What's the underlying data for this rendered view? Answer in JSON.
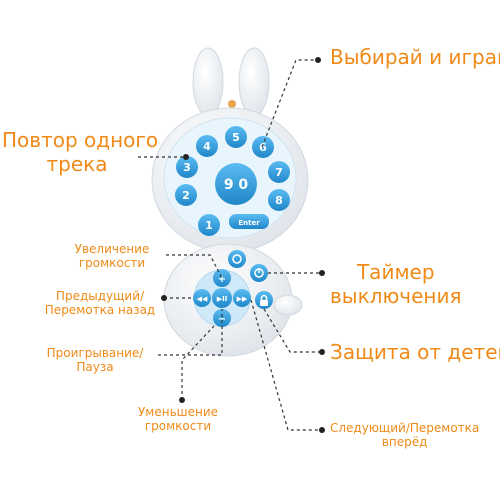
{
  "labels": {
    "choose_play": "Выбирай и играй",
    "repeat_line1": "Повтор одного",
    "repeat_line2": "трека",
    "volume_up_line1": "Увеличение",
    "volume_up_line2": "громкости",
    "prev_line1": "Предыдущий/",
    "prev_line2": "Перемотка назад",
    "play_line1": "Проигрывание/",
    "play_line2": "Пауза",
    "volume_down_line1": "Уменьшение",
    "volume_down_line2": "громкости",
    "timer_line1": "Таймер",
    "timer_line2": "выключения",
    "child_lock": "Защита от детей",
    "next_line1": "Следующий/Перемотка",
    "next_line2": "вперёд"
  },
  "device": {
    "number_keys": [
      "1",
      "2",
      "3",
      "4",
      "5",
      "6",
      "7",
      "8"
    ],
    "center_label": "9 0",
    "enter_label": "Enter",
    "vol_up_symbol": "+",
    "vol_down_symbol": "−",
    "prev_symbol": "◀◀",
    "play_symbol": "▶II",
    "next_symbol": "▶▶"
  },
  "colors": {
    "label_text": "#f08a17",
    "key_blue": "#3fa9e8",
    "key_blue_dark": "#1f86c9",
    "device_body": "#f4f6f9",
    "leader_line": "#333333"
  }
}
